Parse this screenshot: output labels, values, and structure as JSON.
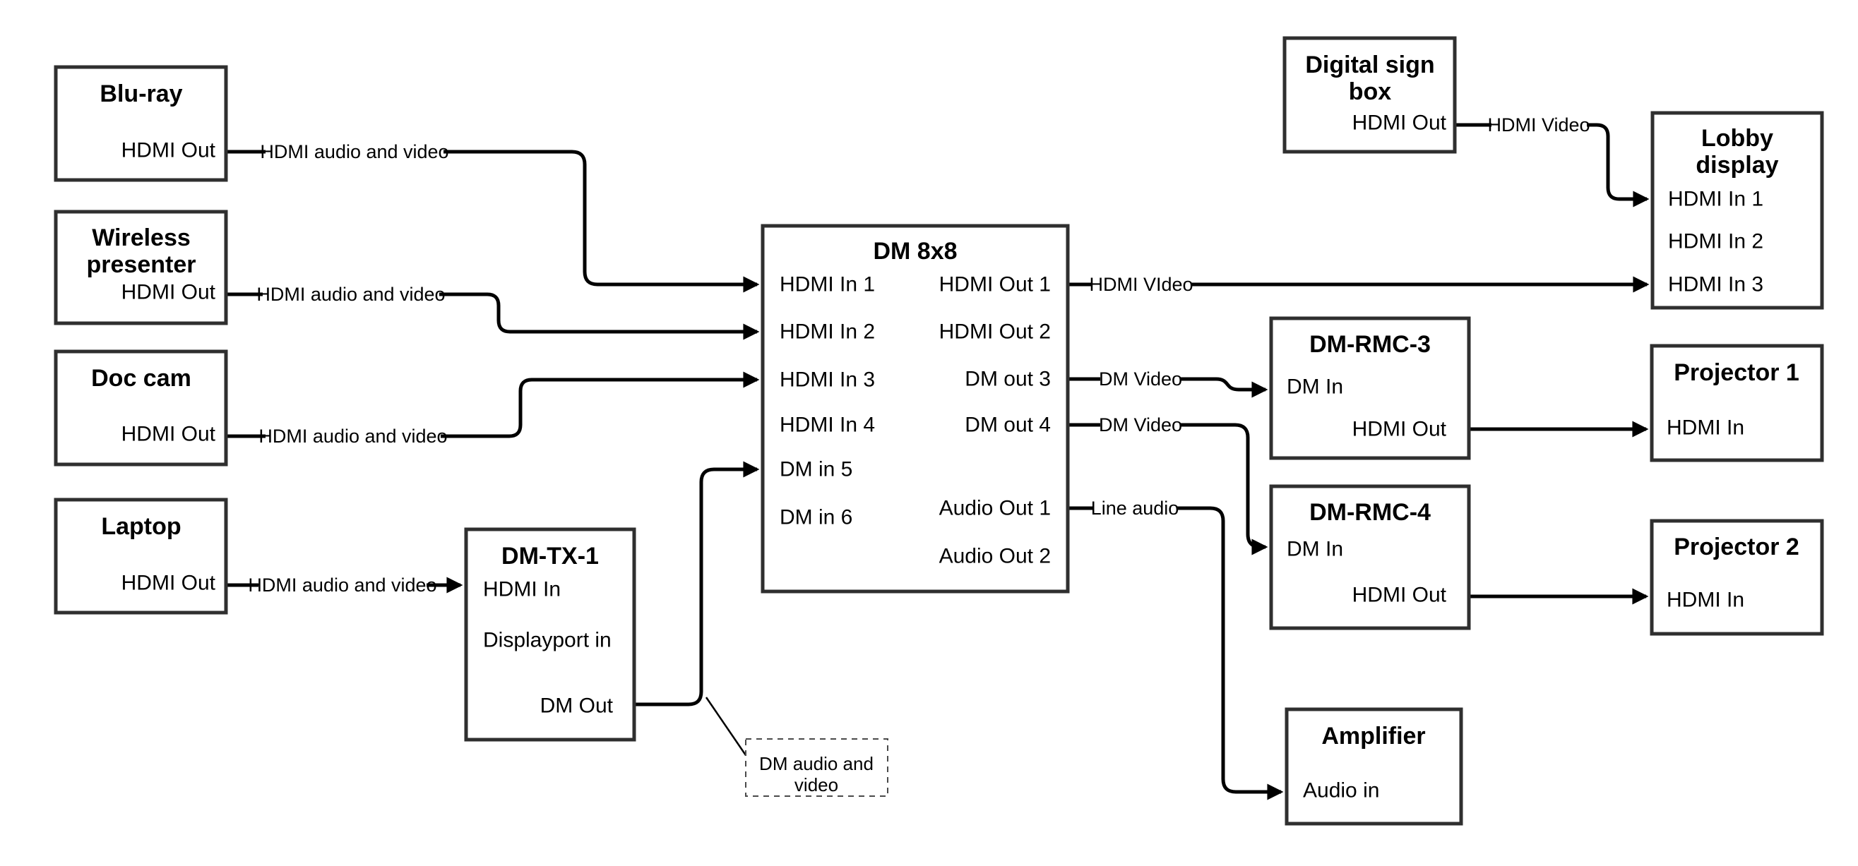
{
  "colors": {
    "background": "#ffffff",
    "box_border": "#2f2f2f",
    "wire": "#000000",
    "text": "#000000"
  },
  "nodes": {
    "bluray": {
      "title": "Blu-ray",
      "port_out": "HDMI Out"
    },
    "wireless": {
      "title_line1": "Wireless",
      "title_line2": "presenter",
      "port_out": "HDMI Out"
    },
    "doccam": {
      "title": "Doc cam",
      "port_out": "HDMI Out"
    },
    "laptop": {
      "title": "Laptop",
      "port_out": "HDMI Out"
    },
    "dmtx1": {
      "title": "DM-TX-1",
      "port_hdmi_in": "HDMI In",
      "port_dp_in": "Displayport in",
      "port_dm_out": "DM Out"
    },
    "dm8x8": {
      "title": "DM 8x8",
      "in1": "HDMI In 1",
      "in2": "HDMI In 2",
      "in3": "HDMI In 3",
      "in4": "HDMI In 4",
      "in5": "DM in 5",
      "in6": "DM in 6",
      "out1": "HDMI Out 1",
      "out2": "HDMI Out 2",
      "out3": "DM out 3",
      "out4": "DM out 4",
      "out5": "Audio Out 1",
      "out6": "Audio Out 2"
    },
    "digisign": {
      "title_line1": "Digital sign",
      "title_line2": "box",
      "port_out": "HDMI Out"
    },
    "lobby": {
      "title_line1": "Lobby",
      "title_line2": "display",
      "in1": "HDMI In 1",
      "in2": "HDMI In 2",
      "in3": "HDMI In 3"
    },
    "rmc3": {
      "title": "DM-RMC-3",
      "port_in": "DM In",
      "port_out": "HDMI Out"
    },
    "proj1": {
      "title": "Projector 1",
      "port_in": "HDMI In"
    },
    "rmc4": {
      "title": "DM-RMC-4",
      "port_in": "DM In",
      "port_out": "HDMI Out"
    },
    "proj2": {
      "title": "Projector 2",
      "port_in": "HDMI In"
    },
    "amp": {
      "title": "Amplifier",
      "port_in": "Audio in"
    }
  },
  "edge_labels": {
    "bluray_dm8x8": "HDMI audio and video",
    "wireless_dm8x8": "HDMI audio and video",
    "doccam_dm8x8": "HDMI audio and video",
    "laptop_dmtx1": "HDMI audio and video",
    "dm8x8_lobby": "HDMI VIdeo",
    "dm8x8_rmc3": "DM Video",
    "dm8x8_rmc4": "DM Video",
    "dm8x8_amp": "Line audio",
    "digisign_lobby": "HDMI Video"
  },
  "annotation": {
    "line1": "DM audio and",
    "line2": "video"
  }
}
